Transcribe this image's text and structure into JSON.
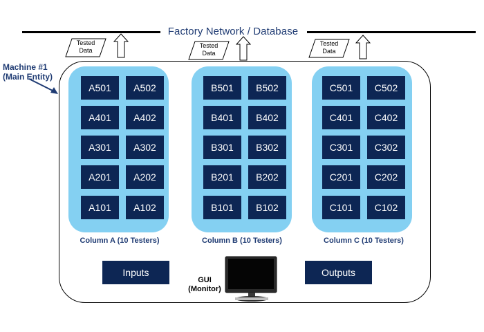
{
  "network": {
    "title": "Factory Network / Database"
  },
  "tested_data_label": "Tested\nData",
  "machine": {
    "label": "Machine #1\n(Main Entity)"
  },
  "columns": [
    {
      "label": "Column A (10 Testers)",
      "rows": [
        [
          "A501",
          "A502"
        ],
        [
          "A401",
          "A402"
        ],
        [
          "A301",
          "A302"
        ],
        [
          "A201",
          "A202"
        ],
        [
          "A101",
          "A102"
        ]
      ]
    },
    {
      "label": "Column B (10 Testers)",
      "rows": [
        [
          "B501",
          "B502"
        ],
        [
          "B401",
          "B402"
        ],
        [
          "B301",
          "B302"
        ],
        [
          "B201",
          "B202"
        ],
        [
          "B101",
          "B102"
        ]
      ]
    },
    {
      "label": "Column C (10 Testers)",
      "rows": [
        [
          "C501",
          "C502"
        ],
        [
          "C401",
          "C402"
        ],
        [
          "C301",
          "C302"
        ],
        [
          "C201",
          "C202"
        ],
        [
          "C101",
          "C102"
        ]
      ]
    }
  ],
  "inputs": {
    "label": "Inputs"
  },
  "outputs": {
    "label": "Outputs"
  },
  "gui": {
    "label": "GUI\n(Monitor)"
  },
  "colors": {
    "tester_fill": "#0d2654",
    "column_fill": "#84d0f2",
    "text_blue": "#1f3b73"
  }
}
